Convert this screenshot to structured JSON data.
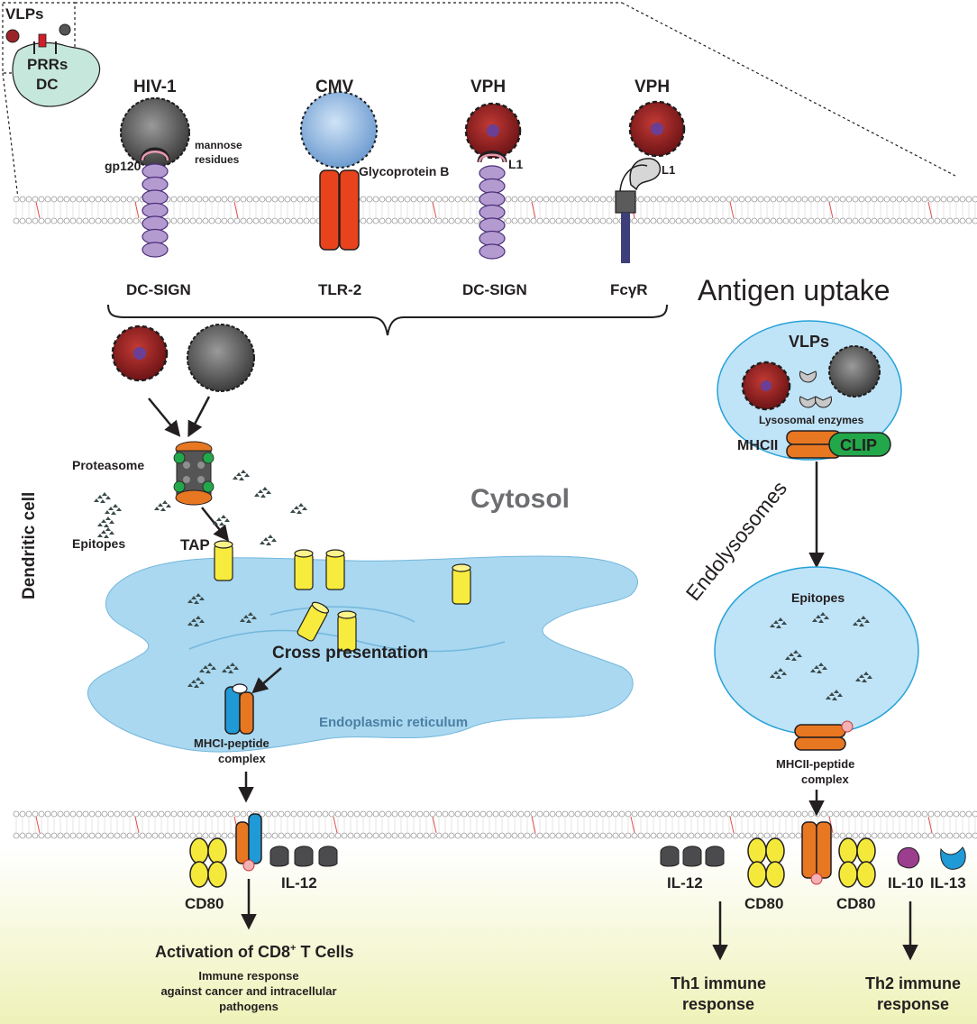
{
  "inset": {
    "vlps": "VLPs",
    "prrs": "PRRs",
    "dc": "DC"
  },
  "receptors": [
    {
      "virus": "HIV-1",
      "ligand": "gp120",
      "extra": "mannose",
      "extra2": "residues",
      "receptor": "DC-SIGN"
    },
    {
      "virus": "CMV",
      "ligand": "Glycoprotein B",
      "receptor": "TLR-2"
    },
    {
      "virus": "VPH",
      "ligand": "L1",
      "receptor": "DC-SIGN"
    },
    {
      "virus": "VPH",
      "ligand": "L1",
      "receptor": "FcγR"
    }
  ],
  "headings": {
    "antigen_uptake": "Antigen uptake",
    "cytosol": "Cytosol",
    "dendritic_cell": "Dendritic cell",
    "endolysosomes": "Endolysosomes"
  },
  "left": {
    "proteasome": "Proteasome",
    "epitopes": "Epitopes",
    "tap": "TAP",
    "cross_presentation": "Cross presentation",
    "er": "Endoplasmic reticulum",
    "mhci_line1": "MHCI-peptide",
    "mhci_line2": "complex",
    "cd80": "CD80",
    "il12": "IL-12",
    "activation": "Activation of CD8",
    "activation_sup": "+",
    "activation_tail": " T Cells",
    "immune_line1": "Immune response",
    "immune_line2": "against cancer and intracellular",
    "immune_line3": "pathogens"
  },
  "right": {
    "vlps": "VLPs",
    "lysosomal": "Lysosomal enzymes",
    "mhcii": "MHCII",
    "clip": "CLIP",
    "epitopes": "Epitopes",
    "mhcii_line1": "MHCII-peptide",
    "mhcii_line2": "complex",
    "il12": "IL-12",
    "cd80_a": "CD80",
    "cd80_b": "CD80",
    "il10": "IL-10",
    "il13": "IL-13",
    "th1_line1": "Th1 immune",
    "th1_line2": "response",
    "th2_line1": "Th2 immune",
    "th2_line2": "response"
  },
  "colors": {
    "membrane_head": "#bdbdbd",
    "er_fill": "#a9d8f0",
    "vesicle_fill": "#bfe3f7",
    "mhc_orange": "#e87722",
    "mhc_blue": "#1f9ad6",
    "cd80_yellow": "#f4e93a",
    "tlr_red": "#e8431c",
    "dcsign_purple": "#b39bd0",
    "clip_green": "#22a84a"
  }
}
